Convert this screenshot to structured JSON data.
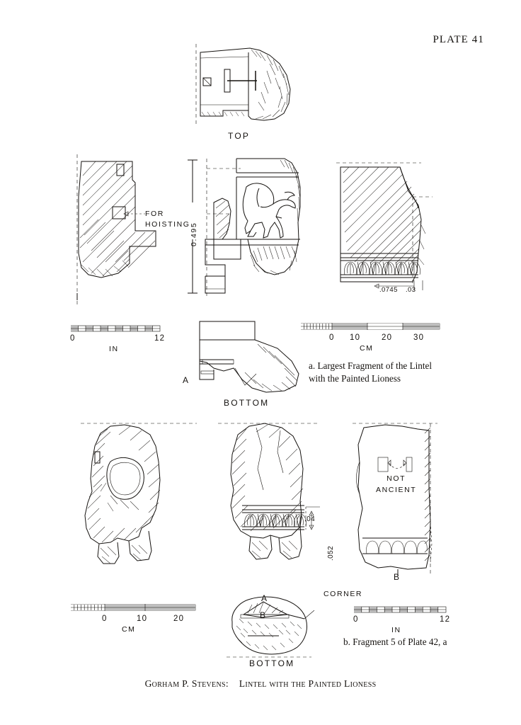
{
  "plate": {
    "label": "PLATE 41"
  },
  "footer": {
    "author": "Gorham P. Stevens:",
    "title": "Lintel with the Painted Lioness",
    "full": "Gorham P. Stevens:  Lintel with the Painted Lioness"
  },
  "captions": {
    "a": "a. Largest Fragment of the Lintel\nwith the Painted Lioness",
    "b": "b. Fragment 5 of Plate 42, a"
  },
  "figure_a": {
    "view_top_label": "TOP",
    "view_bottom_label": "BOTTOM",
    "hoisting_label": "FOR\nHOISTING",
    "height_dimension": "0.495",
    "molding_dimension_1": ".0745",
    "molding_dimension_2": ".03",
    "section_marker": "A"
  },
  "figure_b": {
    "not_ancient_label": "NOT\nANCIENT",
    "corner_label": "CORNER",
    "bottom_label": "BOTTOM",
    "marker_a": "A",
    "marker_b": "B",
    "section_marker_b": "B",
    "band_dimension": ".04",
    "height_dimension": ".052"
  },
  "scales": {
    "a_inches": {
      "unit": "IN",
      "ticks": [
        "0",
        "12"
      ]
    },
    "a_cm": {
      "unit": "CM",
      "ticks": [
        "0",
        "10",
        "20",
        "30"
      ]
    },
    "b_cm": {
      "unit": "CM",
      "ticks": [
        "0",
        "10",
        "20"
      ]
    },
    "b_inches": {
      "unit": "IN",
      "ticks": [
        "0",
        "12"
      ]
    }
  },
  "colors": {
    "ink": "#15120f",
    "paper": "#ffffff"
  }
}
